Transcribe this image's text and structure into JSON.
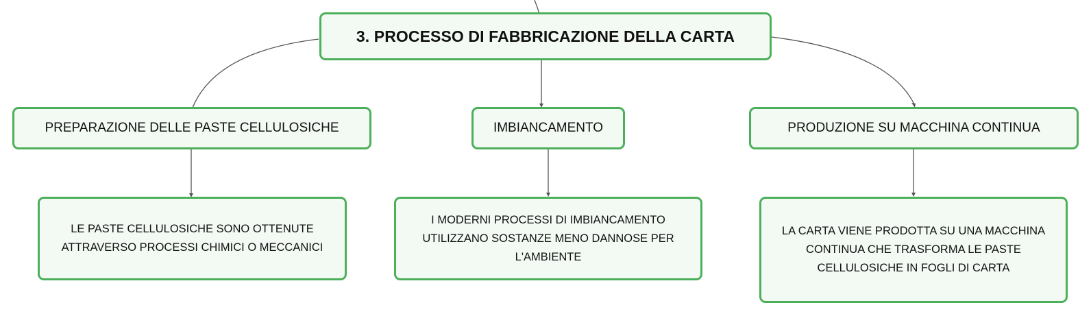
{
  "root": {
    "label": "3. PROCESSO DI FABBRICAZIONE DELLA CARTA"
  },
  "branches": [
    {
      "label": "PREPARAZIONE DELLE PASTE CELLULOSICHE",
      "detail": [
        "LE PASTE CELLULOSICHE SONO OTTENUTE",
        "ATTRAVERSO PROCESSI CHIMICI O MECCANICI"
      ]
    },
    {
      "label": "IMBIANCAMENTO",
      "detail": [
        "I MODERNI PROCESSI DI IMBIANCAMENTO",
        "UTILIZZANO SOSTANZE MENO DANNOSE PER",
        "L'AMBIENTE"
      ]
    },
    {
      "label": "PRODUZIONE SU MACCHINA CONTINUA",
      "detail": [
        "LA CARTA VIENE PRODOTTA SU UNA MACCHINA",
        "CONTINUA CHE TRASFORMA LE PASTE",
        "CELLULOSICHE IN FOGLI DI CARTA"
      ]
    }
  ],
  "colors": {
    "border": "#4caf5a",
    "fill": "#f3faf4",
    "connector": "#555555",
    "text": "#111111"
  }
}
